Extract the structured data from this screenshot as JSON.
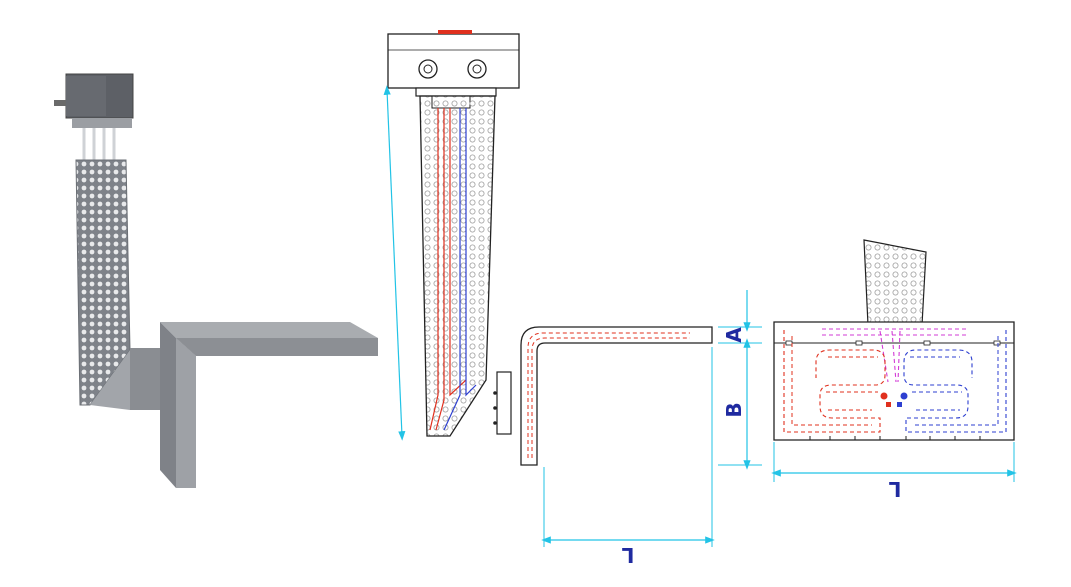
{
  "dimensions": {
    "a_label": "A",
    "b_label": "B",
    "l_label_side": "L",
    "l_label_end": "L"
  },
  "colors": {
    "dimension_line": "#22c3e6",
    "dimension_text": "#1f2aa0",
    "outline": "#222222",
    "element_red": "#e0301e",
    "element_blue": "#2d3fd0",
    "element_magenta": "#d23bd6",
    "perforation": "#9a9a9a",
    "photo_metal": "#8d9096",
    "photo_metal_light": "#c7c9cc",
    "terminal_box_photo": "#5d6066"
  },
  "icons": {
    "terminal_box": "terminal-box-icon",
    "cable_gland": "cable-gland-icon"
  }
}
